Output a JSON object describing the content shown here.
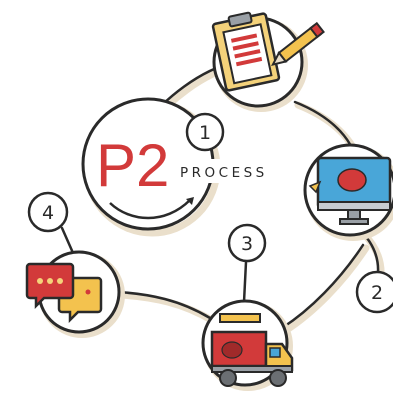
{
  "logo": {
    "mark": "P2",
    "word": "PROCESS"
  },
  "steps": [
    {
      "number": "1",
      "icon": "clipboard-pencil-icon"
    },
    {
      "number": "2",
      "icon": "monitor-logo-icon"
    },
    {
      "number": "3",
      "icon": "delivery-truck-icon"
    },
    {
      "number": "4",
      "icon": "chat-bubbles-icon"
    }
  ],
  "colors": {
    "outline": "#2a2a2a",
    "brand_red": "#d23a3a",
    "paper_yellow": "#f4d27a",
    "screen_blue": "#49a6d8",
    "truck_yellow": "#f3c24e",
    "shadow_beige": "#eadfcb"
  }
}
